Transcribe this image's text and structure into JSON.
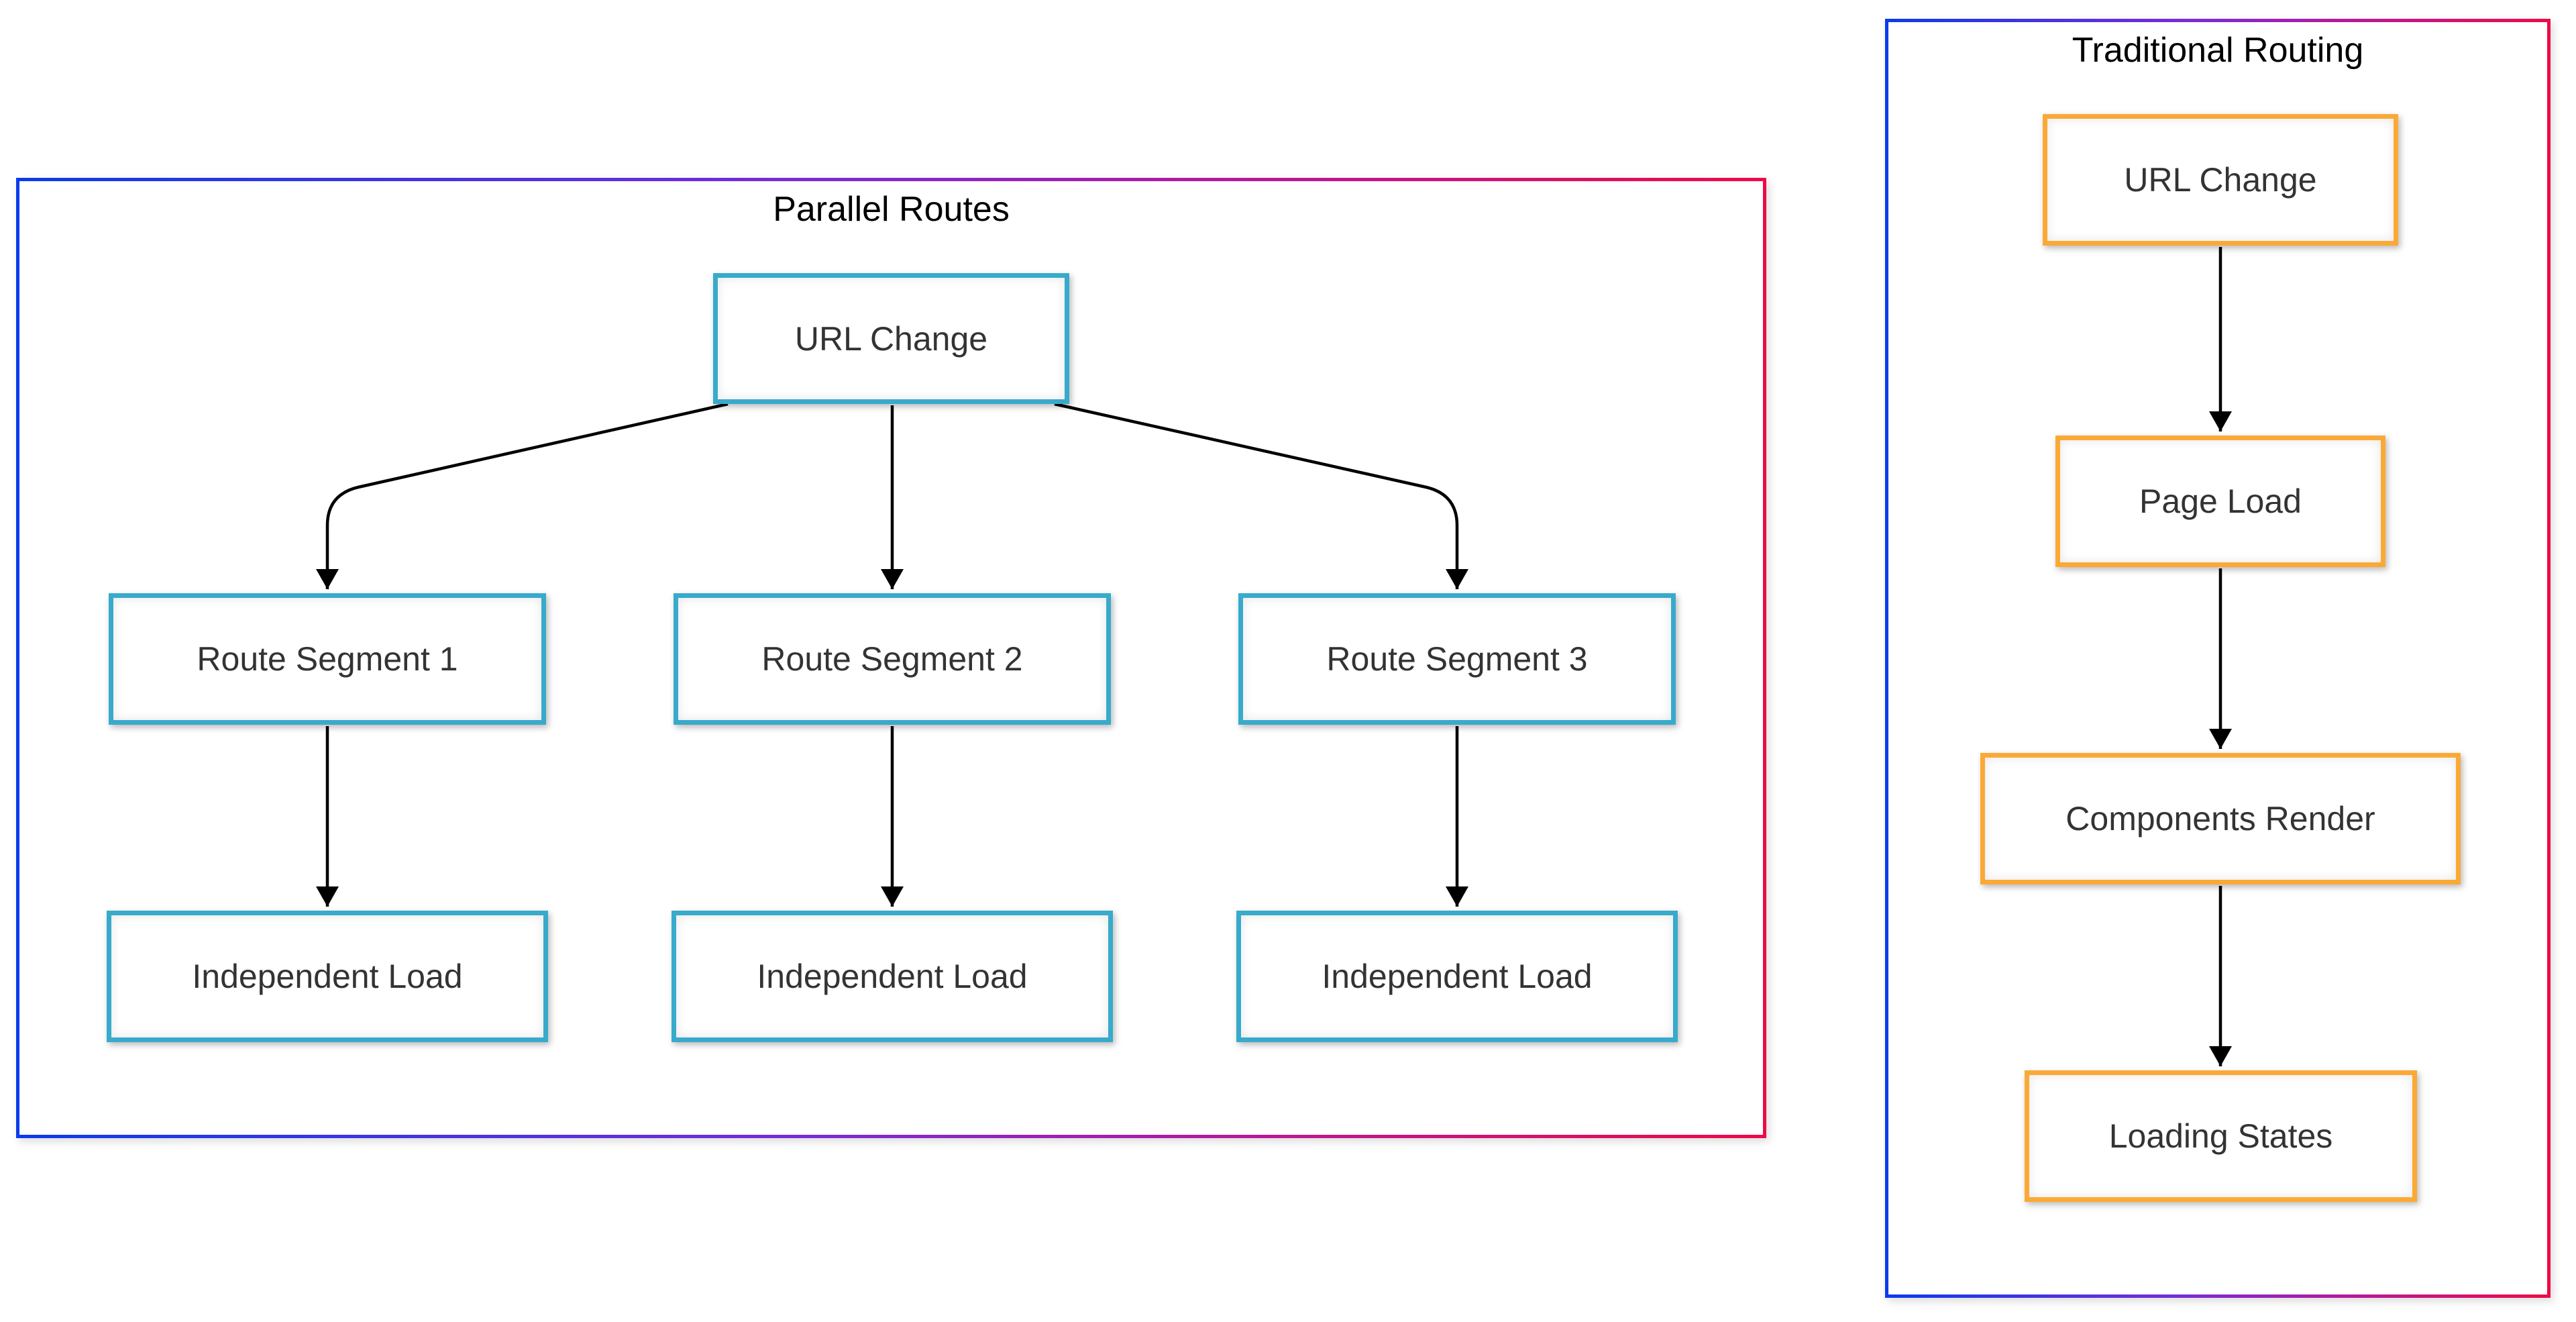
{
  "diagram": {
    "type": "flowchart",
    "subgraphs": [
      {
        "id": "parallel-routes",
        "title": "Parallel Routes",
        "nodes": [
          {
            "id": "p-url-change",
            "label": "URL Change"
          },
          {
            "id": "p-route-segment-1",
            "label": "Route Segment 1"
          },
          {
            "id": "p-route-segment-2",
            "label": "Route Segment 2"
          },
          {
            "id": "p-route-segment-3",
            "label": "Route Segment 3"
          },
          {
            "id": "p-independent-load-1",
            "label": "Independent Load"
          },
          {
            "id": "p-independent-load-2",
            "label": "Independent Load"
          },
          {
            "id": "p-independent-load-3",
            "label": "Independent Load"
          }
        ],
        "edges": [
          {
            "from": "URL Change",
            "to": "Route Segment 1"
          },
          {
            "from": "URL Change",
            "to": "Route Segment 2"
          },
          {
            "from": "URL Change",
            "to": "Route Segment 3"
          },
          {
            "from": "Route Segment 1",
            "to": "Independent Load"
          },
          {
            "from": "Route Segment 2",
            "to": "Independent Load"
          },
          {
            "from": "Route Segment 3",
            "to": "Independent Load"
          }
        ],
        "node_border_color": "#38AACB"
      },
      {
        "id": "traditional-routing",
        "title": "Traditional Routing",
        "nodes": [
          {
            "id": "t-url-change",
            "label": "URL Change"
          },
          {
            "id": "t-page-load",
            "label": "Page Load"
          },
          {
            "id": "t-components-render",
            "label": "Components Render"
          },
          {
            "id": "t-loading-states",
            "label": "Loading States"
          }
        ],
        "edges": [
          {
            "from": "URL Change",
            "to": "Page Load"
          },
          {
            "from": "Page Load",
            "to": "Components Render"
          },
          {
            "from": "Components Render",
            "to": "Loading States"
          }
        ],
        "node_border_color": "#FBA935"
      }
    ],
    "colors": {
      "subgraph_border_gradient_start": "#0B3BEC",
      "subgraph_border_gradient_mid": "#7A2BD6",
      "subgraph_border_gradient_end": "#EE0A47",
      "parallel_node_border": "#38AACB",
      "traditional_node_border": "#FBA935",
      "edge_color": "#000000",
      "node_text_color": "#333333",
      "title_text_color": "#000000",
      "node_fill": "#FFFFFF",
      "background": "#FFFFFF"
    }
  }
}
